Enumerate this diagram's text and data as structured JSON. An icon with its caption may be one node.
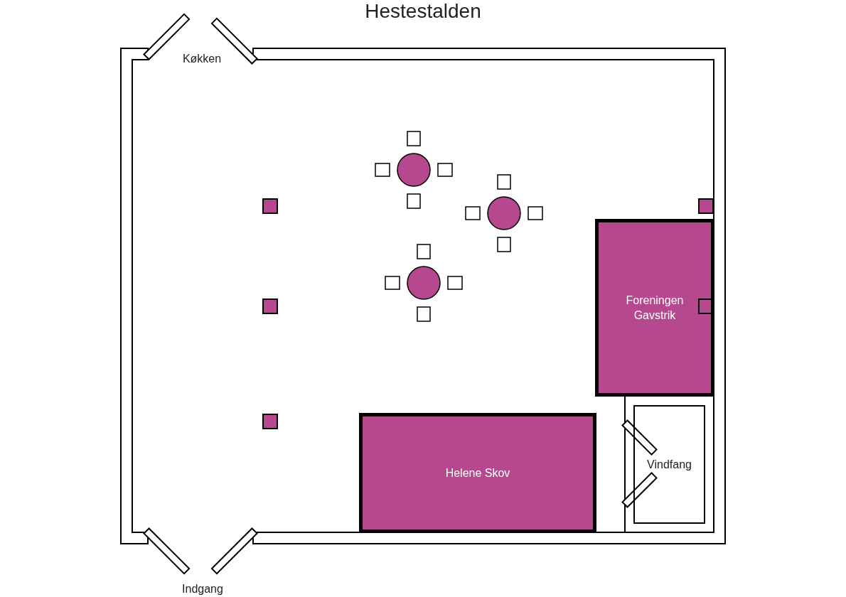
{
  "diagram": {
    "title": "Hestestalden",
    "nodes": [
      {
        "text": [
          "Foreningen Gavstrik"
        ]
      },
      {
        "text": [
          "Helene Skov"
        ]
      },
      {
        "text": [
          "Vindfang"
        ]
      }
    ],
    "labels": [
      "Køkken",
      "Indgang"
    ]
  }
}
